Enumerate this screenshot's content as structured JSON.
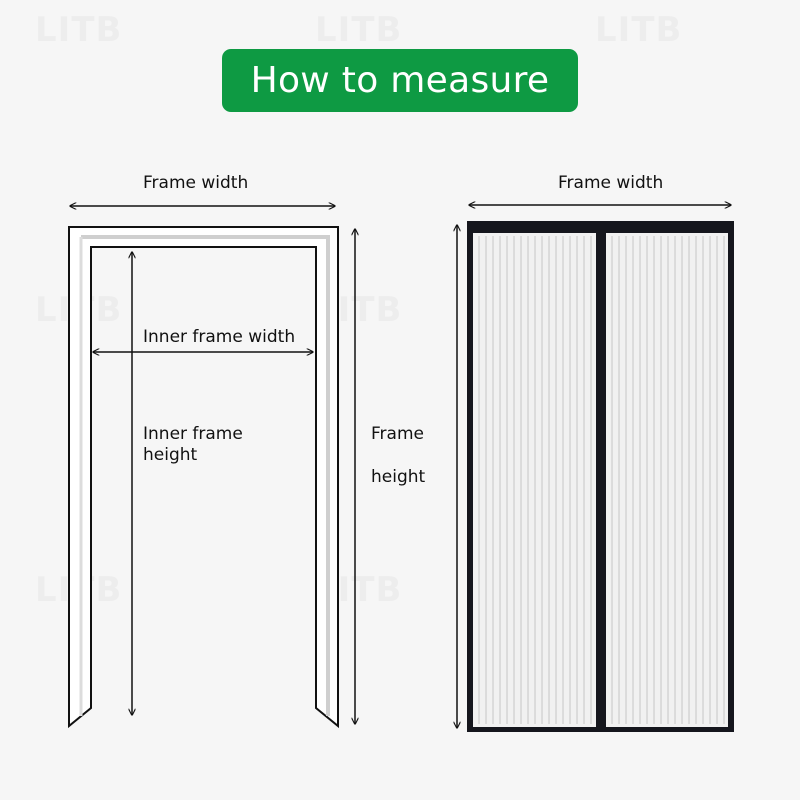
{
  "title": "How to measure",
  "labels": {
    "frame_width_left": "Frame width",
    "frame_width_right": "Frame width",
    "inner_frame_width": "Inner frame width",
    "inner_frame_height_line1": "Inner frame",
    "inner_frame_height_line2": "height",
    "frame_height_line1": "Frame",
    "frame_height_line2": "height"
  },
  "watermark": "LITB",
  "colors": {
    "accent": "#0e9a43",
    "ink": "#111111",
    "frame_fill": "#ffffff",
    "curtain_border": "#15161d",
    "curtain_panel": "#f1f1f1",
    "stripe": "#d7d7d7"
  }
}
